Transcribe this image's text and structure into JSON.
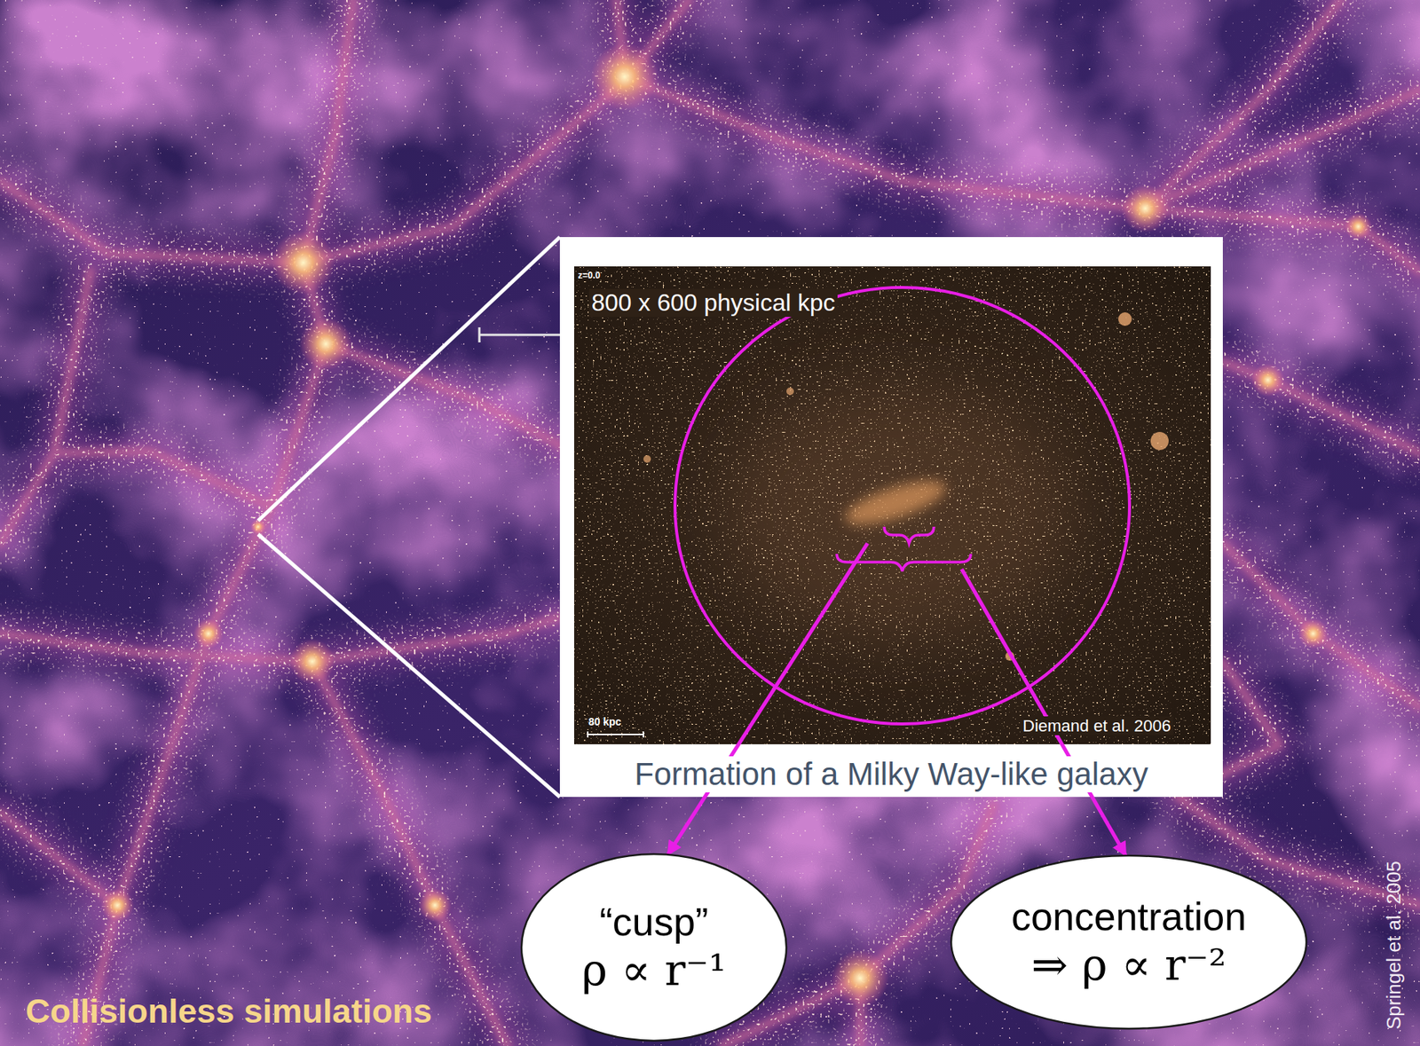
{
  "diagram": {
    "nodes": [
      {
        "text": [
          "Formation of a Milky Way-like galaxy"
        ]
      },
      {
        "text": [
          "“cusp”",
          "ρ ∝ r⁻¹"
        ]
      },
      {
        "text": [
          "concentration",
          "⇒ ρ ∝ r⁻²"
        ]
      }
    ],
    "edges": [
      {
        "from": 0,
        "to": 1,
        "arrow": "to"
      },
      {
        "from": 0,
        "to": 2,
        "arrow": "to"
      }
    ],
    "labels": [
      "z=0.0",
      "800 x 600 physical kpc",
      "80 kpc",
      "Diemand et al. 2006",
      "Springel et al. 2005",
      "Collisionless simulations"
    ]
  }
}
